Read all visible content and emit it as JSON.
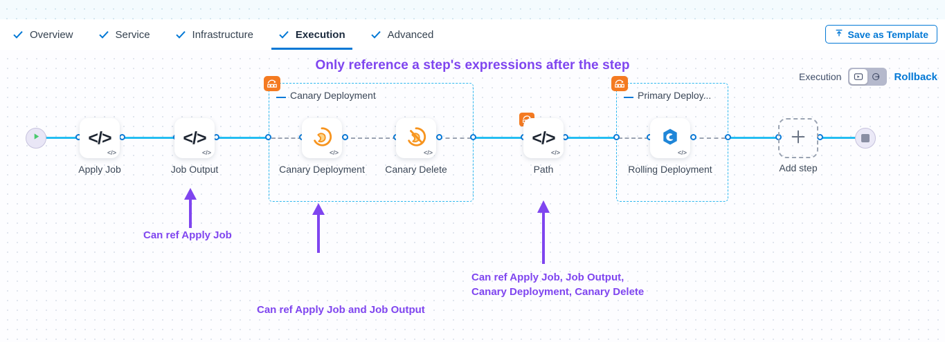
{
  "header": {
    "tabs": [
      {
        "label": "Overview",
        "icon": "check-icon",
        "active": false
      },
      {
        "label": "Service",
        "icon": "check-icon",
        "active": false
      },
      {
        "label": "Infrastructure",
        "icon": "check-icon",
        "active": false
      },
      {
        "label": "Execution",
        "icon": "check-icon",
        "active": true
      },
      {
        "label": "Advanced",
        "icon": "check-icon",
        "active": false
      }
    ],
    "save_template_label": "Save as Template",
    "save_template_icon": "upload-icon",
    "accent_color": "#0278d5"
  },
  "canvas": {
    "headline": "Only reference a step's expressions after the step",
    "headline_color": "#7f45ef",
    "execution_label": "Execution",
    "rollback_label": "Rollback",
    "toggle": {
      "left_icon": "execution-play-icon",
      "right_icon": "rollback-arrow-icon",
      "active": "left"
    }
  },
  "pipeline": {
    "start_node": {
      "name": "start-node",
      "icon": "play-icon"
    },
    "end_node": {
      "name": "end-node",
      "icon": "stop-square-icon"
    },
    "add_step": {
      "label": "Add step",
      "icon": "plus-icon"
    },
    "steps": [
      {
        "id": "apply-job",
        "label": "Apply Job",
        "icon": "code-icon",
        "badge": "code-badge"
      },
      {
        "id": "job-output",
        "label": "Job Output",
        "icon": "code-icon",
        "badge": "code-badge"
      },
      {
        "id": "canary-deployment",
        "label": "Canary\nDeployment",
        "icon": "canary-bird-icon",
        "badge": "code-badge"
      },
      {
        "id": "canary-delete",
        "label": "Canary Delete",
        "icon": "canary-delete-icon",
        "badge": "code-badge"
      },
      {
        "id": "path",
        "label": "Path",
        "icon": "code-icon",
        "badge": "code-badge",
        "group_badge": "step-group-icon"
      },
      {
        "id": "rolling-deployment",
        "label": "Rolling\nDeployment",
        "icon": "rolling-swirl-icon",
        "badge": "code-badge"
      }
    ],
    "groups": [
      {
        "id": "canary-group",
        "title": "Canary Deployment",
        "badge": "step-group-icon"
      },
      {
        "id": "primary-group",
        "title": "Primary Deploy...",
        "badge": "step-group-icon"
      }
    ]
  },
  "annotations": [
    {
      "id": "ann-apply-job",
      "text": "Can ref Apply Job"
    },
    {
      "id": "ann-canary",
      "text": "Can ref Apply Job and Job Output"
    },
    {
      "id": "ann-path",
      "text": "Can ref Apply Job, Job Output,\nCanary Deployment, Canary Delete"
    }
  ],
  "colors": {
    "edge": "#24bdf2",
    "group_border": "#2bb7ef",
    "annotation": "#7f45ef",
    "group_badge": "#f47a21"
  }
}
